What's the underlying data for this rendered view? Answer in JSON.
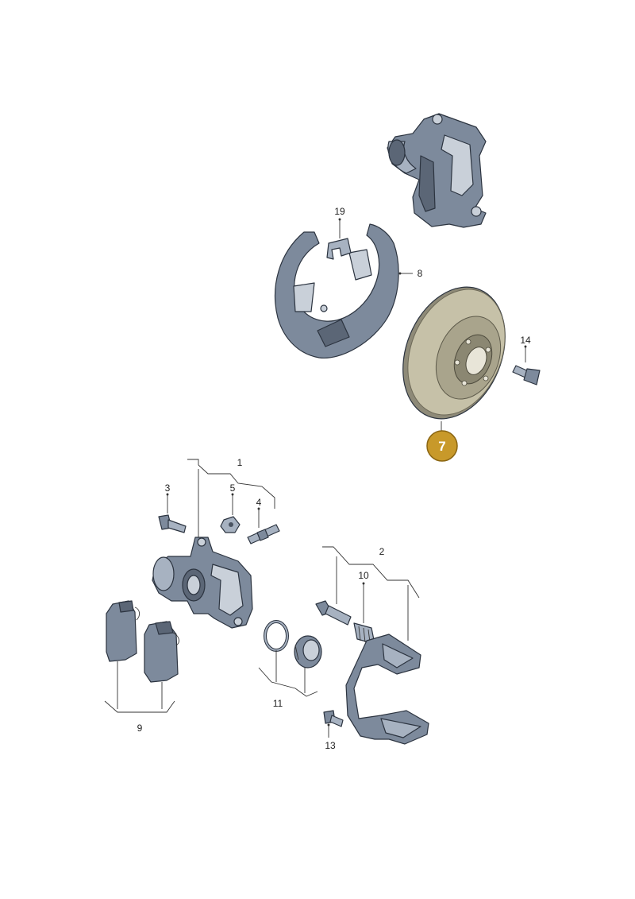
{
  "diagram": {
    "highlighted_part": "7",
    "highlight_color": "#c8992a",
    "part_color": "#7d8a9c",
    "rotor_color": "#b7b199",
    "callouts": [
      {
        "id": "1",
        "label": "1"
      },
      {
        "id": "2",
        "label": "2"
      },
      {
        "id": "3",
        "label": "3"
      },
      {
        "id": "4",
        "label": "4"
      },
      {
        "id": "5",
        "label": "5"
      },
      {
        "id": "7",
        "label": "7"
      },
      {
        "id": "8",
        "label": "8"
      },
      {
        "id": "9",
        "label": "9"
      },
      {
        "id": "10",
        "label": "10"
      },
      {
        "id": "11",
        "label": "11"
      },
      {
        "id": "13",
        "label": "13"
      },
      {
        "id": "14",
        "label": "14"
      },
      {
        "id": "19",
        "label": "19"
      }
    ]
  }
}
